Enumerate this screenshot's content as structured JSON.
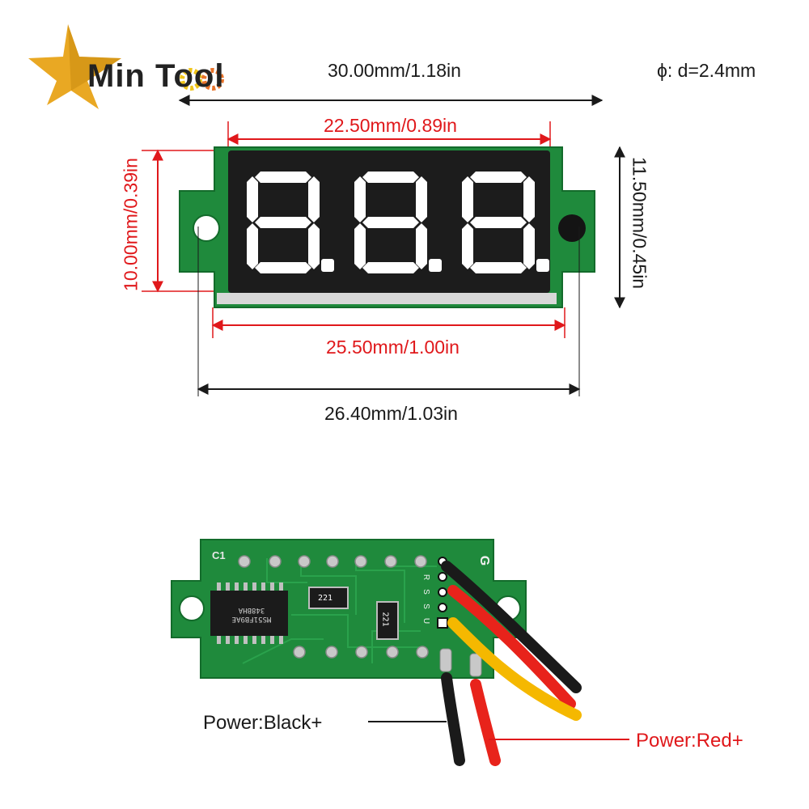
{
  "brand": {
    "name": "Min Tool",
    "star_color": "#e8a317",
    "gear_colors": [
      "#f0c419",
      "#e8732a"
    ]
  },
  "annotations": {
    "width_overall": "30.00mm/1.18in",
    "hole_diameter": "ϕ: d=2.4mm",
    "display_width": "22.50mm/0.89in",
    "display_height": "10.00mm/0.39in",
    "board_height": "11.50mm/0.45in",
    "board_width": "25.50mm/1.00in",
    "hole_spacing": "26.40mm/1.03in"
  },
  "display": {
    "digits": 3,
    "segment_color": "#ffffff",
    "panel_color": "#1c1c1c"
  },
  "back_board": {
    "chip_1": "MS51FB9AE\n348BHA",
    "resistor_1": "221",
    "resistor_2": "221",
    "label_c": "C1",
    "pin_labels": [
      "G",
      "R",
      "S",
      "S",
      "U"
    ]
  },
  "wires": {
    "black_label": "Power:Black+",
    "red_label": "Power:Red+",
    "colors": {
      "black": "#1a1a1a",
      "red": "#e8231b",
      "yellow": "#f5b800"
    }
  },
  "colors": {
    "pcb": "#1f8a3c",
    "pcb_dark": "#136b2b",
    "dimension_red": "#e0181b",
    "dimension_black": "#1a1a1a"
  }
}
